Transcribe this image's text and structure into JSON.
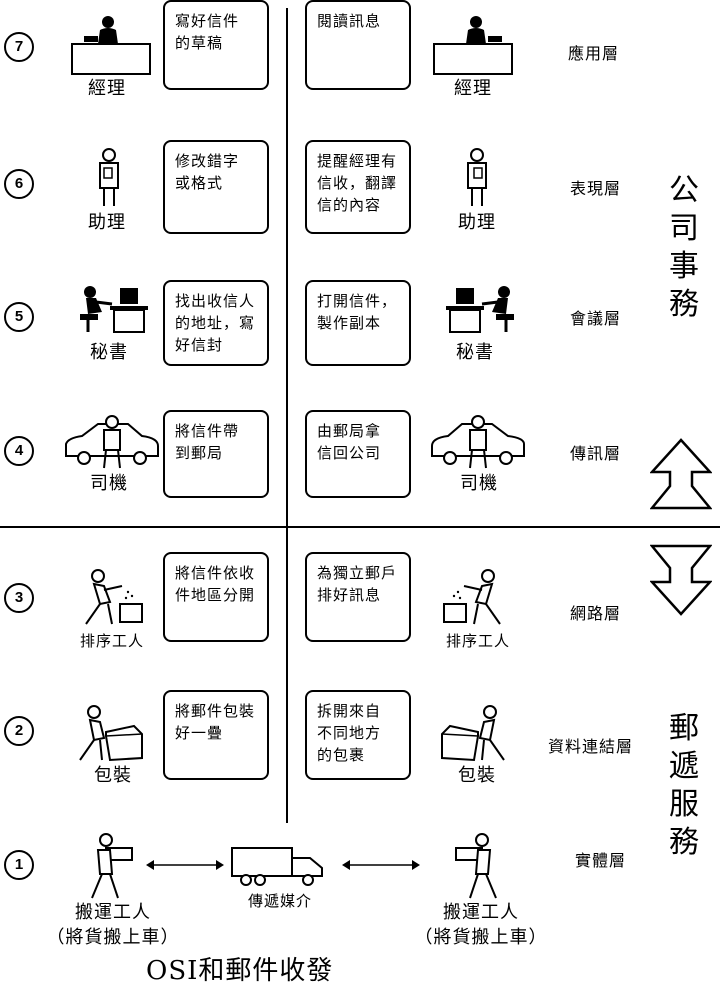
{
  "layers": [
    {
      "num": "7",
      "name": "應用層",
      "left_role": "經理",
      "left_box": "寫好信件\n的草稿",
      "right_box": "閱讀訊息",
      "right_role": "經理"
    },
    {
      "num": "6",
      "name": "表現層",
      "left_role": "助理",
      "left_box": "修改錯字\n或格式",
      "right_box": "提醒經理有\n信收，翻譯\n信的內容",
      "right_role": "助理"
    },
    {
      "num": "5",
      "name": "會議層",
      "left_role": "秘書",
      "left_box": "找出收信人\n的地址，寫\n好信封",
      "right_box": "打開信件，\n製作副本",
      "right_role": "秘書"
    },
    {
      "num": "4",
      "name": "傳訊層",
      "left_role": "司機",
      "left_box": "將信件帶\n到郵局",
      "right_box": "由郵局拿\n信回公司",
      "right_role": "司機"
    },
    {
      "num": "3",
      "name": "網路層",
      "left_role": "排序工人",
      "left_box": "將信件依收\n件地區分開",
      "right_box": "為獨立郵戶\n排好訊息",
      "right_role": "排序工人"
    },
    {
      "num": "2",
      "name": "資料連結層",
      "left_role": "包裝",
      "left_box": "將郵件包裝\n好一疊",
      "right_box": "拆開來自\n不同地方\n的包裹",
      "right_role": "包裝"
    },
    {
      "num": "1",
      "name": "實體層"
    }
  ],
  "physical": {
    "left_carrier": "搬運工人\n（將貨搬上車）",
    "right_carrier": "搬運工人\n（將貨搬上車）",
    "medium": "傳遞媒介"
  },
  "groups": {
    "company": "公\n司\n事\n務",
    "postal": "郵\n遞\n服\n務"
  },
  "caption": "OSI和郵件收發"
}
